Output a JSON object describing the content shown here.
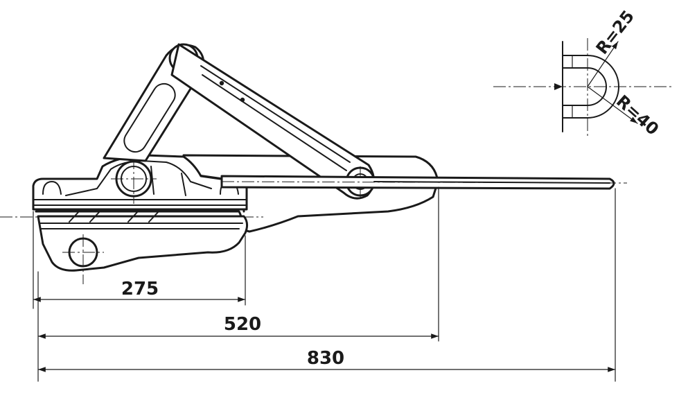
{
  "dimensions": [
    {
      "id": "dim-275",
      "label": "275"
    },
    {
      "id": "dim-520",
      "label": "520"
    },
    {
      "id": "dim-830",
      "label": "830"
    }
  ],
  "radius_labels": [
    {
      "id": "radius-25",
      "label": "R=25"
    },
    {
      "id": "radius-40",
      "label": "R=40"
    }
  ]
}
